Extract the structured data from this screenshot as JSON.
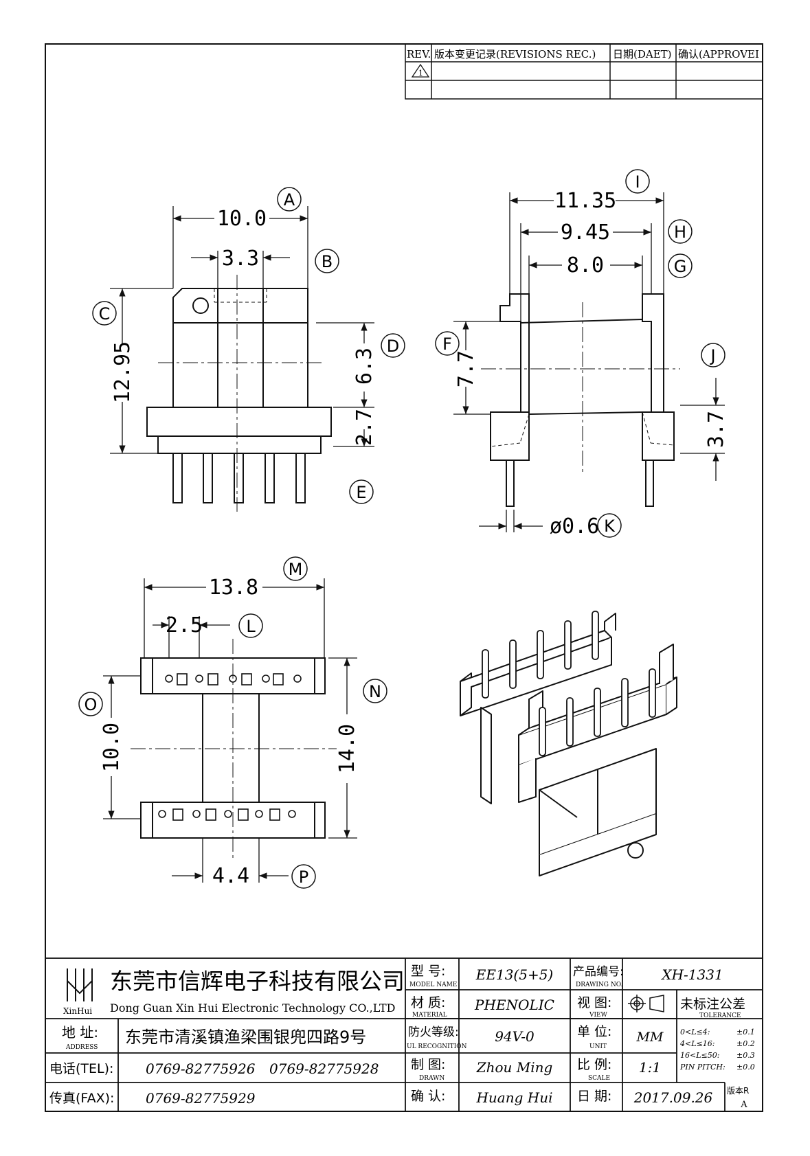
{
  "revision_table": {
    "headers": [
      "REV.",
      "版本变更记录(REVISIONS REC.)",
      "日期(DAET)",
      "确认(APPROVEI"
    ],
    "rev_symbol": "1"
  },
  "dimensions": {
    "A": "10.0",
    "B": "3.3",
    "C": "12.95",
    "D": "6.3",
    "E": "2.7",
    "I": "11.35",
    "H": "9.45",
    "G": "8.0",
    "F": "7.7",
    "J": "3.7",
    "K": "ø0.6",
    "M": "13.8",
    "L": "2.5",
    "O": "10.0",
    "N": "14.0",
    "P": "4.4"
  },
  "labels": {
    "A": "A",
    "B": "B",
    "C": "C",
    "D": "D",
    "E": "E",
    "F": "F",
    "G": "G",
    "H": "H",
    "I": "I",
    "J": "J",
    "K": "K",
    "L": "L",
    "M": "M",
    "N": "N",
    "O": "O",
    "P": "P"
  },
  "title_block": {
    "logo_text": "XinHui",
    "company_cn": "东莞市信辉电子科技有限公司",
    "company_en": "Dong Guan Xin Hui Electronic Technology CO.,LTD",
    "address_label": "地  址:",
    "address_label_en": "ADDRESS",
    "address": "东莞市清溪镇渔梁围银兜四路9号",
    "tel_label": "电话(TEL):",
    "tel1": "0769-82775926",
    "tel2": "0769-82775928",
    "fax_label": "传真(FAX):",
    "fax": "0769-82775929",
    "model_label": "型  号:",
    "model_label_en": "MODEL NAME",
    "model": "EE13(5+5)",
    "material_label": "材  质:",
    "material_label_en": "MATERIAL",
    "material": "PHENOLIC",
    "ul_label": "防火等级:",
    "ul_label_en": "UL RECOGNITION",
    "ul": "94V-0",
    "drawn_label": "制  图:",
    "drawn_label_en": "DRAWN",
    "drawn": "Zhou Ming",
    "check_label": "确  认:",
    "check": "Huang Hui",
    "drawing_no_label": "产品编号:",
    "drawing_no_label_en": "DRAWING NO.",
    "drawing_no": "XH-1331",
    "view_label": "视  图:",
    "view_label_en": "VIEW",
    "unit_label": "单  位:",
    "unit_label_en": "UNIT",
    "unit": "MM",
    "scale_label": "比  例:",
    "scale_label_en": "SCALE",
    "scale": "1:1",
    "date_label": "日  期:",
    "date": "2017.09.26",
    "tolerance_label": "未标注公差",
    "tolerance_label_en": "TOLERANCE",
    "tolerance_rows": [
      {
        "range": "0<L≤4:",
        "value": "±0.1"
      },
      {
        "range": "4<L≤16:",
        "value": "±0.2"
      },
      {
        "range": "16<L≤50:",
        "value": "±0.3"
      },
      {
        "range": "PIN PITCH:",
        "value": "±0.0"
      }
    ],
    "version_label": "版本R",
    "version": "A"
  }
}
